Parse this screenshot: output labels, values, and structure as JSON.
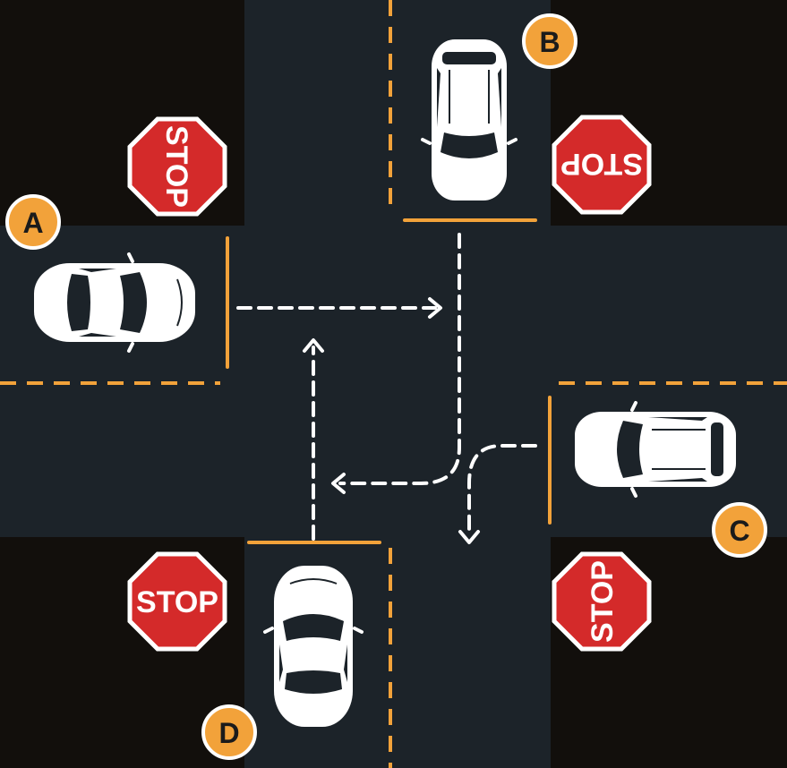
{
  "colors": {
    "corner": "#120f0c",
    "road": "#1c2329",
    "lane_marking": "#f2a23a",
    "stop_line": "#f2a23a",
    "arrow": "#ffffff",
    "stop_sign_fill": "#d42a2a",
    "stop_sign_border": "#ffffff",
    "car_body": "#ffffff",
    "car_glass": "#1c2329",
    "label_fill": "#f2a23a",
    "label_border": "#ffffff",
    "label_text": "#1b1b1b"
  },
  "signs": [
    {
      "id": "nw",
      "text": "STOP"
    },
    {
      "id": "ne",
      "text": "STOP"
    },
    {
      "id": "sw",
      "text": "STOP"
    },
    {
      "id": "se",
      "text": "STOP"
    }
  ],
  "cars": [
    {
      "label": "A",
      "heading": "east",
      "type": "sedan"
    },
    {
      "label": "B",
      "heading": "south",
      "type": "hatchback"
    },
    {
      "label": "C",
      "heading": "west",
      "type": "hatchback"
    },
    {
      "label": "D",
      "heading": "north",
      "type": "sedan"
    }
  ],
  "arrows": [
    {
      "from": "A",
      "move": "straight"
    },
    {
      "from": "B",
      "move": "right turn"
    },
    {
      "from": "C",
      "move": "left turn"
    },
    {
      "from": "D",
      "move": "straight"
    }
  ]
}
